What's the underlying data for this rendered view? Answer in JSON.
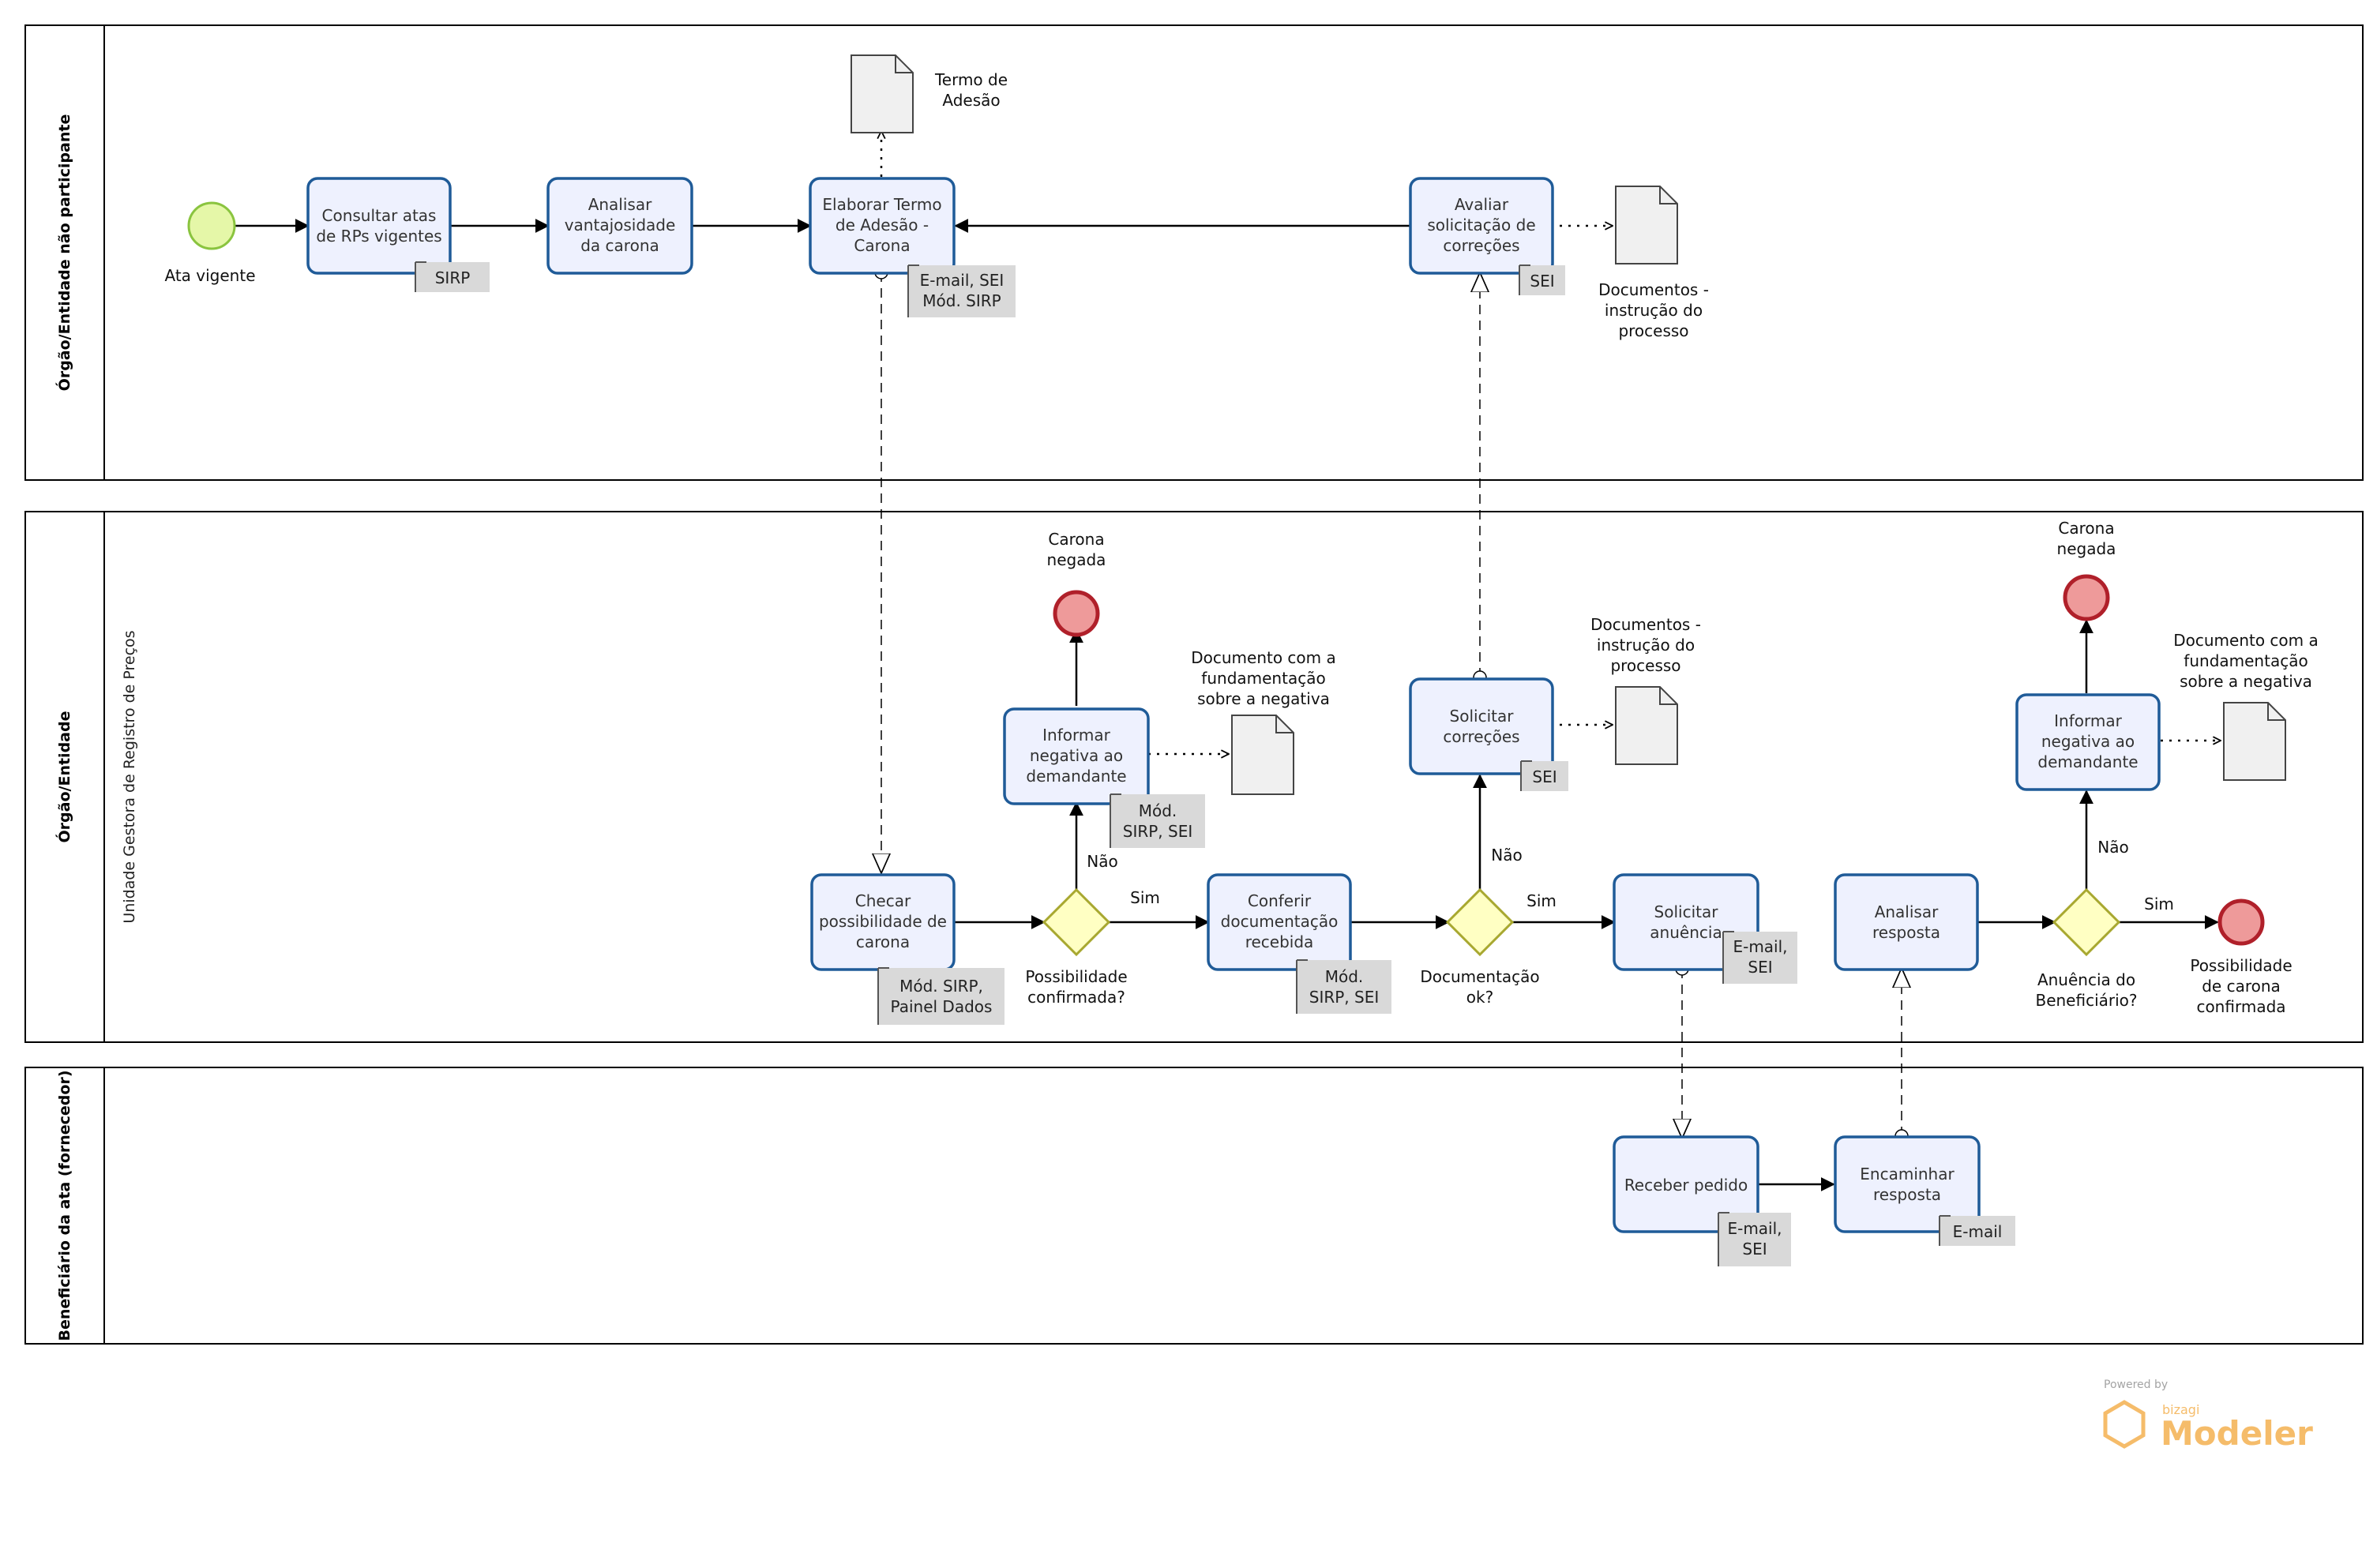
{
  "pools": [
    {
      "id": "pool1",
      "label": "Órgão/Entidade não participante"
    },
    {
      "id": "pool2",
      "label": "Órgão/Entidade",
      "lane": "Unidade Gestora de Registro de Preços"
    },
    {
      "id": "pool3",
      "label": "Beneficiário da ata (fornecedor)"
    }
  ],
  "start_label": "Ata vigente",
  "tasks": {
    "consultar": [
      "Consultar atas",
      "de RPs vigentes"
    ],
    "analisar_vantaj": [
      "Analisar",
      "vantajosidade",
      "da carona"
    ],
    "elaborar": [
      "Elaborar Termo",
      "de Adesão -",
      "Carona"
    ],
    "avaliar": [
      "Avaliar",
      "solicitação de",
      "correções"
    ],
    "checar": [
      "Checar",
      "possibilidade de",
      "carona"
    ],
    "informar1": [
      "Informar",
      "negativa ao",
      "demandante"
    ],
    "conferir": [
      "Conferir",
      "documentação",
      "recebida"
    ],
    "solicitar_corr": [
      "Solicitar",
      "correções"
    ],
    "solicitar_anu": [
      "Solicitar",
      "anuência"
    ],
    "analisar_resp": [
      "Analisar",
      "resposta"
    ],
    "informar2": [
      "Informar",
      "negativa ao",
      "demandante"
    ],
    "receber": [
      "Receber pedido"
    ],
    "encaminhar": [
      "Encaminhar",
      "resposta"
    ]
  },
  "tags": {
    "sirp": [
      "SIRP"
    ],
    "email_sei_mod": [
      "E-mail, SEI",
      "Mód. SIRP"
    ],
    "sei_avaliar": [
      "SEI"
    ],
    "mod_painel": [
      "Mód. SIRP,",
      "Painel Dados"
    ],
    "mod_sei_inf": [
      "Mód.",
      "SIRP, SEI"
    ],
    "mod_sei_conf": [
      "Mód.",
      "SIRP, SEI"
    ],
    "sei_solic": [
      "SEI"
    ],
    "email_sei_anu": [
      "E-mail,",
      "SEI"
    ],
    "email_sei_rec": [
      "E-mail,",
      "SEI"
    ],
    "email_enc": [
      "E-mail"
    ]
  },
  "documents": {
    "termo": [
      "Termo de",
      "Adesão"
    ],
    "docs_top": [
      "Documentos -",
      "instrução do",
      "processo"
    ],
    "doc_fund1": [
      "Documento com a",
      "fundamentação",
      "sobre a negativa"
    ],
    "docs_mid": [
      "Documentos -",
      "instrução do",
      "processo"
    ],
    "doc_fund2": [
      "Documento com a",
      "fundamentação",
      "sobre a negativa"
    ]
  },
  "gateways": {
    "possib": [
      "Possibilidade",
      "confirmada?"
    ],
    "doc_ok": [
      "Documentação",
      "ok?"
    ],
    "anuencia": [
      "Anuência do",
      "Beneficiário?"
    ]
  },
  "flow_labels": {
    "yes": "Sim",
    "no": "Não"
  },
  "end_events": {
    "negada1": [
      "Carona",
      "negada"
    ],
    "negada2": [
      "Carona",
      "negada"
    ],
    "confirmada": [
      "Possibilidade",
      "de carona",
      "confirmada"
    ]
  },
  "watermark": {
    "powered_by": "Powered by",
    "brand_small": "bizagi",
    "brand": "Modeler"
  },
  "colors": {
    "task_fill": "#eef1fe",
    "task_stroke": "#1f5b98",
    "start_fill": "#e5f7a8",
    "start_stroke": "#8ac43f",
    "end_fill": "#ee9a9a",
    "end_stroke": "#b0202a",
    "gateway_fill": "#ffffc3",
    "gateway_stroke": "#a8a830",
    "tag_fill": "#d9d9d9",
    "doc_fill": "#f0f0f0",
    "watermark": "#f5b55a"
  }
}
